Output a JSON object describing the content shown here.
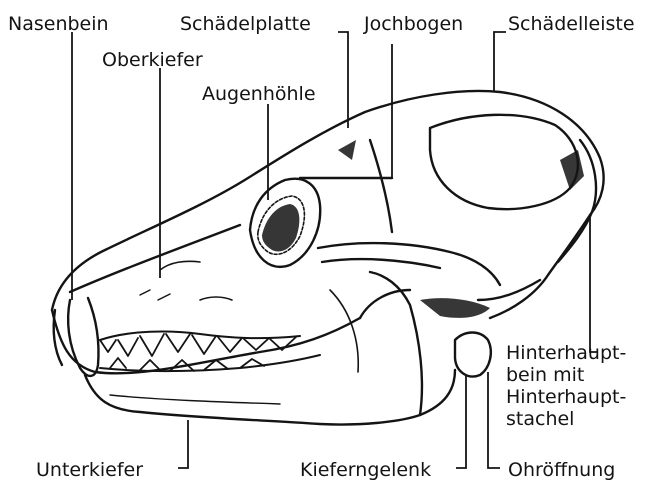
{
  "diagram": {
    "labels": {
      "nasenbein": "Nasenbein",
      "schaedelplatte": "Schädelplatte",
      "jochbogen": "Jochbogen",
      "schaedelleiste": "Schädelleiste",
      "oberkiefer": "Oberkiefer",
      "augenhoehle": "Augenhöhle",
      "hinterhauptbein": [
        "Hinterhaupt-",
        "bein mit",
        "Hinterhaupt-",
        "stachel"
      ],
      "unterkiefer": "Unterkiefer",
      "kiefergelenk": "Kieferngelenk",
      "ohroeffnung": "Ohröffnung"
    },
    "colors": {
      "ink": "#141414",
      "paper": "#ffffff"
    }
  }
}
